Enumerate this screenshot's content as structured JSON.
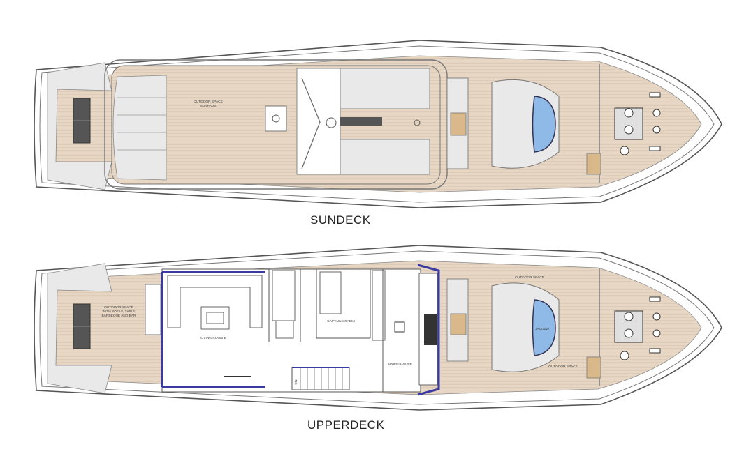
{
  "decks": {
    "sundeck": {
      "title": "SUNDECK",
      "labels": {
        "outdoor_space": "OUTDOOR SPACE",
        "sunpads": "SUNPADS"
      }
    },
    "upperdeck": {
      "title": "UPPERDECK",
      "labels": {
        "aft_outdoor_1": "OUTDOOR SPACE",
        "aft_outdoor_2": "WITH SOFAS, TABLE",
        "aft_outdoor_3": "BARBEQUE AND BAR",
        "living_room": "LIVING ROOM B'",
        "captains_cabin": "CAPTAINS CABIN",
        "wheelhouse": "WHEELHOUSE",
        "outdoor_space_top": "OUTDOOR SPACE",
        "jacuzzi": "JACUZZI",
        "outdoor_space_bottom": "OUTDOOR SPACE",
        "stairs_dn": "DN"
      }
    }
  },
  "colors": {
    "teak": "#e6d6c3",
    "hull_line": "#555555",
    "cushion": "#e9e9e9",
    "pool": "#8fb9e6",
    "glass": "#3a3aa0"
  }
}
